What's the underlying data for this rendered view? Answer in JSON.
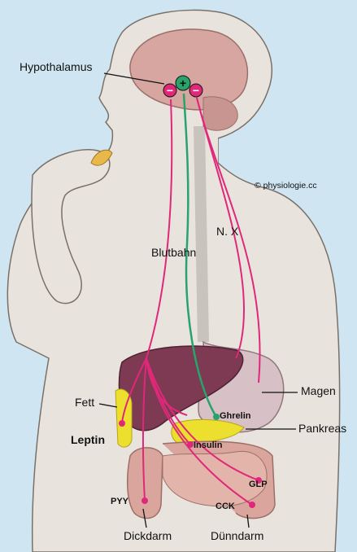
{
  "labels": {
    "hypothalamus": "Hypothalamus",
    "copyright": "© physiologie.cc",
    "nx": "N. X",
    "blutbahn": "Blutbahn",
    "magen": "Magen",
    "fett": "Fett",
    "ghrelin": "Ghrelin",
    "pankreas": "Pankreas",
    "leptin": "Leptin",
    "insulin": "Insulin",
    "glp": "GLP",
    "pyy": "PYY",
    "cck": "CCK",
    "dickdarm": "Dickdarm",
    "duenndarm": "Dünndarm"
  },
  "signs": {
    "plus": "+",
    "minus_left": "−",
    "minus_right": "−"
  },
  "colors": {
    "background": "#cfe6f2",
    "skin": "#e9e3de",
    "outline": "#7a7068",
    "inhibit": "#e0287a",
    "stimulate": "#27a36b",
    "liver": "#7d3a52",
    "fat": "#ecdf2e",
    "intestine": "#d9a59c",
    "brain": "#d8a6a0"
  }
}
